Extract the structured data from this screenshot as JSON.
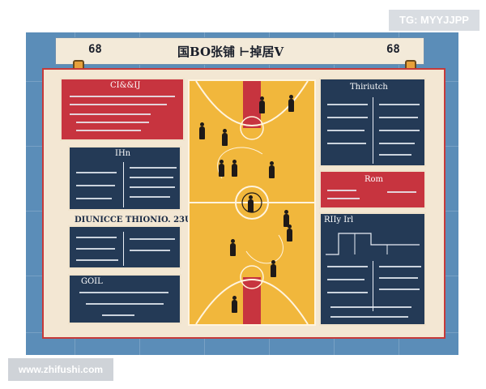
{
  "watermarks": {
    "top_right": "TG: MYYJJPP",
    "bottom_left": "www.zhifushi.com"
  },
  "header": {
    "left_tab": "68",
    "title": "国BO张铺 ⊢掉居V",
    "right_tab": "68"
  },
  "colors": {
    "frame_blue": "#5b8db8",
    "court_orange": "#f1b73c",
    "panel_navy": "#243a56",
    "panel_red": "#c7343f",
    "poster_cream": "#f3e7d3"
  },
  "left": {
    "panel_top": {
      "title": "CI&&IJ"
    },
    "panel_mid": {
      "title": "IHn"
    },
    "big_label": "DIUNICCE THIONIO. 23U",
    "panel_bottom": {
      "title": "GOIL"
    }
  },
  "right": {
    "panel_top": {
      "title": "Thiriutch"
    },
    "panel_red": {
      "title": "Rom"
    },
    "panel_bottom": {
      "title": "RIIy    Irl"
    }
  }
}
